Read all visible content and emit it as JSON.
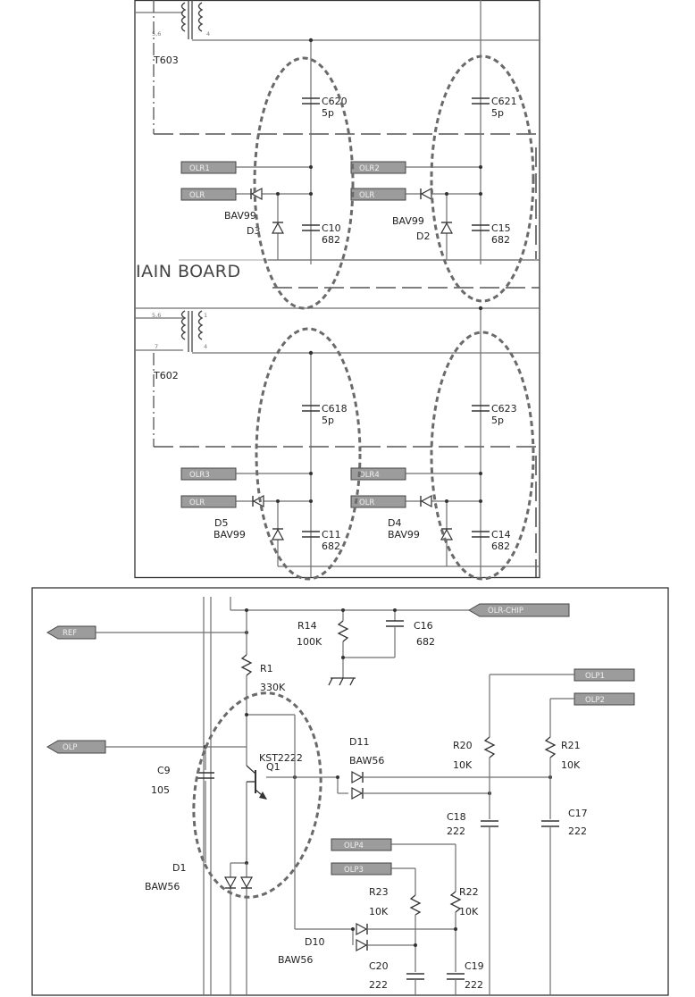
{
  "top_schematic": {
    "transformers": [
      {
        "ref": "T603",
        "taps": [
          "5,6",
          "4"
        ]
      },
      {
        "ref": "T602",
        "taps": [
          "5,6",
          "1",
          "7",
          "4"
        ]
      }
    ],
    "board_label": "IAIN BOARD",
    "caps": [
      {
        "ref": "C620",
        "value": "5p"
      },
      {
        "ref": "C621",
        "value": "5p"
      },
      {
        "ref": "C10",
        "value": "682"
      },
      {
        "ref": "C15",
        "value": "682"
      },
      {
        "ref": "C618",
        "value": "5p"
      },
      {
        "ref": "C623",
        "value": "5p"
      },
      {
        "ref": "C11",
        "value": "682"
      },
      {
        "ref": "C14",
        "value": "682"
      }
    ],
    "diodes": [
      {
        "ref": "D3",
        "part": "BAV99"
      },
      {
        "ref": "D2",
        "part": "BAV99"
      },
      {
        "ref": "D5",
        "part": "BAV99"
      },
      {
        "ref": "D4",
        "part": "BAV99"
      }
    ],
    "ports": [
      "OLR1",
      "OLR",
      "OLR2",
      "OLR",
      "OLR3",
      "OLR",
      "OLR4",
      "OLR"
    ]
  },
  "bottom_schematic": {
    "ports": {
      "ref": "REF",
      "olr_chip": "OLR-CHIP",
      "olp": "OLP",
      "olp1": "OLP1",
      "olp2": "OLP2",
      "olp3": "OLP3",
      "olp4": "OLP4"
    },
    "resistors": [
      {
        "ref": "R14",
        "value": "100K"
      },
      {
        "ref": "R1",
        "value": "330K"
      },
      {
        "ref": "R20",
        "value": "10K"
      },
      {
        "ref": "R21",
        "value": "10K"
      },
      {
        "ref": "R22",
        "value": "10K"
      },
      {
        "ref": "R23",
        "value": "10K"
      }
    ],
    "caps": [
      {
        "ref": "C16",
        "value": "682"
      },
      {
        "ref": "C9",
        "value": "105"
      },
      {
        "ref": "C18",
        "value": "222"
      },
      {
        "ref": "C17",
        "value": "222"
      },
      {
        "ref": "C20",
        "value": "222"
      },
      {
        "ref": "C19",
        "value": "222"
      }
    ],
    "transistor": {
      "ref": "Q1",
      "part": "KST2222"
    },
    "diodes": [
      {
        "ref": "D11",
        "part": "BAW56"
      },
      {
        "ref": "D1",
        "part": "BAW56"
      },
      {
        "ref": "D10",
        "part": "BAW56"
      }
    ]
  }
}
